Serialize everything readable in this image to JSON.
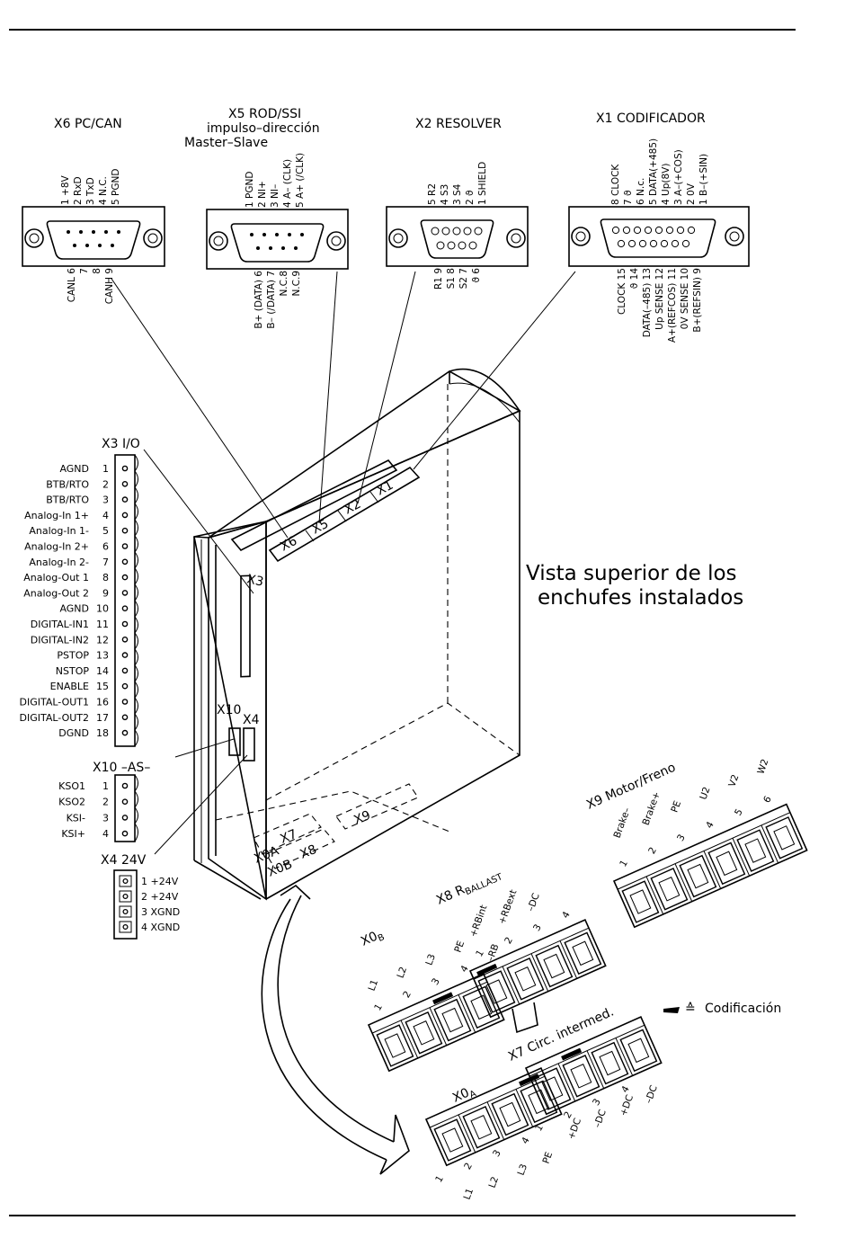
{
  "x6": {
    "title": "X6 PC/CAN",
    "top_pins": [
      "1 +8V",
      "2 RxD",
      "3 TxD",
      "4 N.C.",
      "5 PGND"
    ],
    "bottom_pins": [
      "CANL 6",
      "7",
      "8",
      "CANH 9"
    ]
  },
  "x5": {
    "title_line1": "X5 ROD/SSI",
    "title_line2": "impulso–dirección",
    "title_line3": "Master–Slave",
    "top_pins": [
      "1 PGND",
      "2 NI+",
      "3 NI–",
      "4 A– (CLK)",
      "5 A+ (/CLK)"
    ],
    "bottom_pins": [
      "B+ (DATA) 6",
      "B– (/DATA) 7",
      "N.C.8",
      "N.C.9"
    ]
  },
  "x2": {
    "title": "X2 RESOLVER",
    "top_pins": [
      "5 R2",
      "4 S3",
      "3 S4",
      "2 ϑ",
      "1 SHIELD"
    ],
    "bottom_pins": [
      "R1 9",
      "S1 8",
      "S2 7",
      "ϑ 6"
    ]
  },
  "x1": {
    "title": "X1 CODIFICADOR",
    "top_pins": [
      "8 CLOCK",
      "7 ϑ",
      "6 N.c.",
      "5 DATA(+485)",
      "4 Up(8V)",
      "3 A–(+COS)",
      "2 0V",
      "1 B–(+SIN)"
    ],
    "bottom_pins": [
      "CLOCK 15",
      "ϑ 14",
      "DATA(–485) 13",
      "Up SENSE 12",
      "A+(REFCOS) 11",
      "0V SENSE 10",
      "B+(REFSIN) 9"
    ]
  },
  "x3": {
    "title": "X3 I/O",
    "pins": [
      {
        "label": "AGND",
        "num": "1"
      },
      {
        "label": "BTB/RTO",
        "num": "2"
      },
      {
        "label": "BTB/RTO",
        "num": "3"
      },
      {
        "label": "Analog-In 1+",
        "num": "4"
      },
      {
        "label": "Analog-In 1-",
        "num": "5"
      },
      {
        "label": "Analog-In 2+",
        "num": "6"
      },
      {
        "label": "Analog-In 2-",
        "num": "7"
      },
      {
        "label": "Analog-Out 1",
        "num": "8"
      },
      {
        "label": "Analog-Out 2",
        "num": "9"
      },
      {
        "label": "AGND",
        "num": "10"
      },
      {
        "label": "DIGITAL-IN1",
        "num": "11"
      },
      {
        "label": "DIGITAL-IN2",
        "num": "12"
      },
      {
        "label": "PSTOP",
        "num": "13"
      },
      {
        "label": "NSTOP",
        "num": "14"
      },
      {
        "label": "ENABLE",
        "num": "15"
      },
      {
        "label": "DIGITAL-OUT1",
        "num": "16"
      },
      {
        "label": "DIGITAL-OUT2",
        "num": "17"
      },
      {
        "label": "DGND",
        "num": "18"
      }
    ]
  },
  "x10": {
    "title": "X10 –AS–",
    "pins": [
      {
        "label": "KSO1",
        "num": "1"
      },
      {
        "label": "KSO2",
        "num": "2"
      },
      {
        "label": "KSI-",
        "num": "3"
      },
      {
        "label": "KSI+",
        "num": "4"
      }
    ]
  },
  "x4": {
    "title": "X4 24V",
    "pins": [
      "1 +24V",
      "2 +24V",
      "3 XGND",
      "4 XGND"
    ]
  },
  "device_labels": [
    "X6",
    "X5",
    "X2",
    "X1",
    "X3",
    "X10",
    "X4",
    "X9",
    "X7",
    "X8",
    "X0A",
    "X0B"
  ],
  "top_view_note": {
    "line1": "Vista superior de los",
    "line2": "enchufes instalados"
  },
  "x9": {
    "title": "X9 Motor/Freno",
    "pin_nums": [
      "1",
      "2",
      "3",
      "4",
      "5",
      "6"
    ],
    "pin_labels": [
      "Brake–",
      "Brake+",
      "PE",
      "U2",
      "V2",
      "W2"
    ]
  },
  "x8": {
    "title": "X8 R",
    "title_sub": "BALLAST",
    "pin_nums": [
      "1",
      "2",
      "3",
      "4"
    ],
    "pin_labels": [
      "+RBint",
      "+RBext",
      "–DC",
      ""
    ]
  },
  "x0b": {
    "title": "X0",
    "title_sub": "B",
    "pin_nums": [
      "1",
      "2",
      "3",
      "4"
    ],
    "pin_labels": [
      "L1",
      "L2",
      "L3",
      "PE",
      "–RB"
    ]
  },
  "x7": {
    "title": "X7 Circ. intermed.",
    "pin_nums": [
      "1",
      "2",
      "3",
      "4"
    ],
    "pin_labels": [
      "+DC",
      "–DC",
      "+DC",
      "–DC"
    ]
  },
  "x0a": {
    "title": "X0",
    "title_sub": "A",
    "pin_nums": [
      "1",
      "2",
      "3",
      "4"
    ],
    "pin_labels": [
      "L1",
      "L2",
      "L3",
      "PE"
    ]
  },
  "legend": {
    "symbol": "≙",
    "text": "Codificación"
  }
}
